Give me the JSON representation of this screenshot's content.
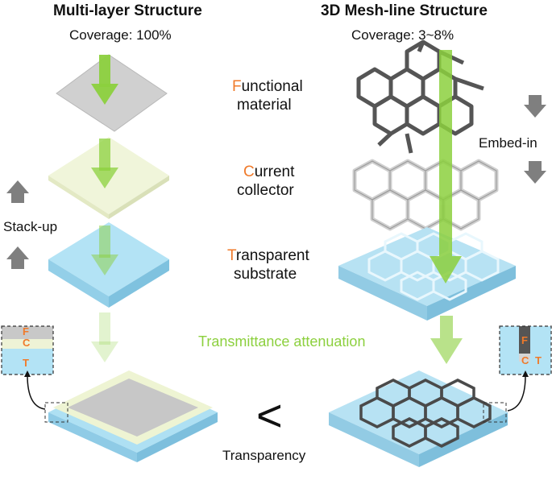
{
  "left_column": {
    "title": "Multi-layer Structure",
    "coverage": "Coverage: 100%",
    "side_label": "Stack-up"
  },
  "right_column": {
    "title": "3D Mesh-line Structure",
    "coverage": "Coverage: 3~8%",
    "side_label": "Embed-in"
  },
  "layers": [
    {
      "initial": "F",
      "rest_line1": "unctional",
      "line2": "material"
    },
    {
      "initial": "C",
      "rest_line1": "urrent",
      "line2": "collector"
    },
    {
      "initial": "T",
      "rest_line1": "ransparent",
      "line2": "substrate"
    }
  ],
  "attenuation_label": "Transmittance attenuation",
  "comparison_symbol": "<",
  "bottom_label": "Transparency",
  "insets": {
    "left": {
      "letters": [
        "F",
        "C",
        "T"
      ]
    },
    "right": {
      "letters": [
        "F",
        "C",
        "T"
      ]
    }
  },
  "colors": {
    "functional": "#c8c8c8",
    "collector": "#eef3d6",
    "substrate": "#a8def2",
    "arrow_green": "#8cd03e",
    "highlight_orange": "#f07a2a",
    "gray_arrow": "#7f7f7f"
  }
}
